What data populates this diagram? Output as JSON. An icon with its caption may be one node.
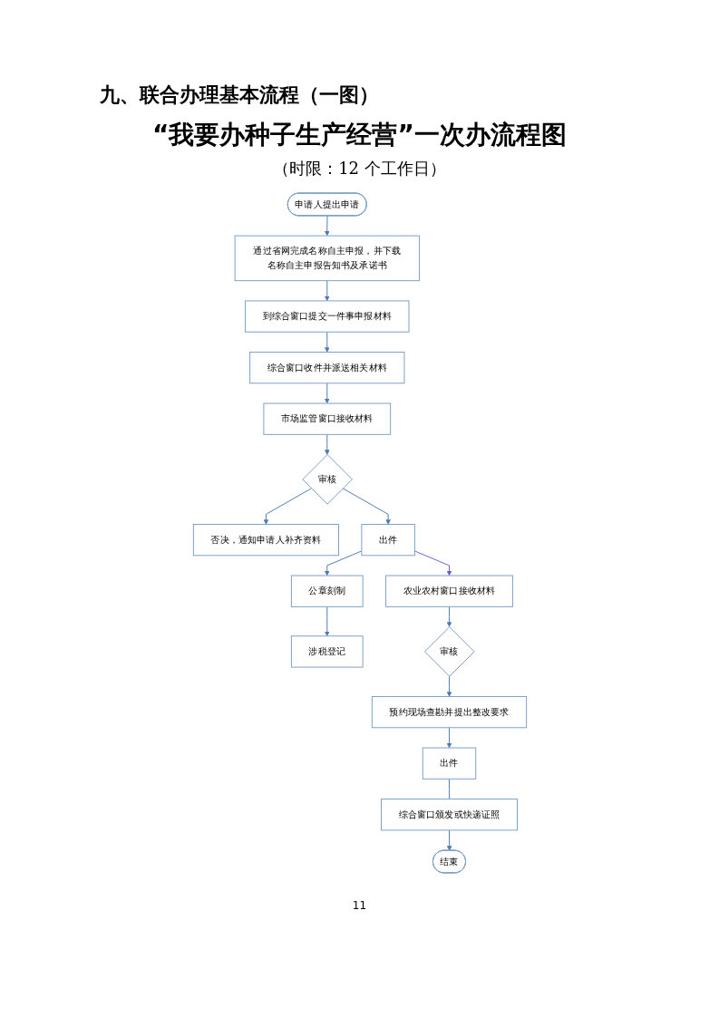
{
  "diagram": {
    "title": "“我要办种子生产经营”一次办流程图",
    "nodes": [
      {
        "text": [
          "申请人提出申请"
        ]
      },
      {
        "text": [
          "通过省网完成名称自主申报，并下载名称自主申报告知书及承诺书"
        ]
      },
      {
        "text": [
          "到综合窗口提交一件事申报材料"
        ]
      },
      {
        "text": [
          "综合窗口收件并派送相关材料"
        ]
      },
      {
        "text": [
          "市场监管窗口接收材料"
        ]
      },
      {
        "text": [
          "审核"
        ]
      },
      {
        "text": [
          "否决，通知申请人补齐资料"
        ]
      },
      {
        "text": [
          "出件"
        ]
      },
      {
        "text": [
          "公章刻制"
        ]
      },
      {
        "text": [
          "涉税登记"
        ]
      },
      {
        "text": [
          "农业农村窗口接收材料"
        ]
      },
      {
        "text": [
          "审核"
        ]
      },
      {
        "text": [
          "预约现场查勘并提出整改要求"
        ]
      },
      {
        "text": [
          "出件"
        ]
      },
      {
        "text": [
          "综合窗口颁发或快递证照"
        ]
      },
      {
        "text": [
          "结束"
        ]
      }
    ],
    "edges": [
      {
        "from": 0,
        "to": 1,
        "arrow": "to"
      },
      {
        "from": 1,
        "to": 2,
        "arrow": "to"
      },
      {
        "from": 2,
        "to": 3,
        "arrow": "to"
      },
      {
        "from": 3,
        "to": 4,
        "arrow": "to"
      },
      {
        "from": 4,
        "to": 5,
        "arrow": "to"
      },
      {
        "from": 5,
        "to": 6,
        "arrow": "to"
      },
      {
        "from": 5,
        "to": 7,
        "arrow": "to"
      },
      {
        "from": 7,
        "to": 8,
        "arrow": "to"
      },
      {
        "from": 8,
        "to": 9,
        "arrow": "to"
      },
      {
        "from": 7,
        "to": 10,
        "arrow": "to",
        "color": "#6a5acd"
      },
      {
        "from": 10,
        "to": 11,
        "arrow": "to"
      },
      {
        "from": 11,
        "to": 12,
        "arrow": "to"
      },
      {
        "from": 12,
        "to": 13,
        "arrow": "to"
      },
      {
        "from": 13,
        "to": 14,
        "arrow": "none"
      },
      {
        "from": 14,
        "to": 15,
        "arrow": "to"
      }
    ],
    "labels": [
      "九、联合办理基本流程（一图）",
      "（时限：12 个工作日）",
      "11"
    ]
  }
}
